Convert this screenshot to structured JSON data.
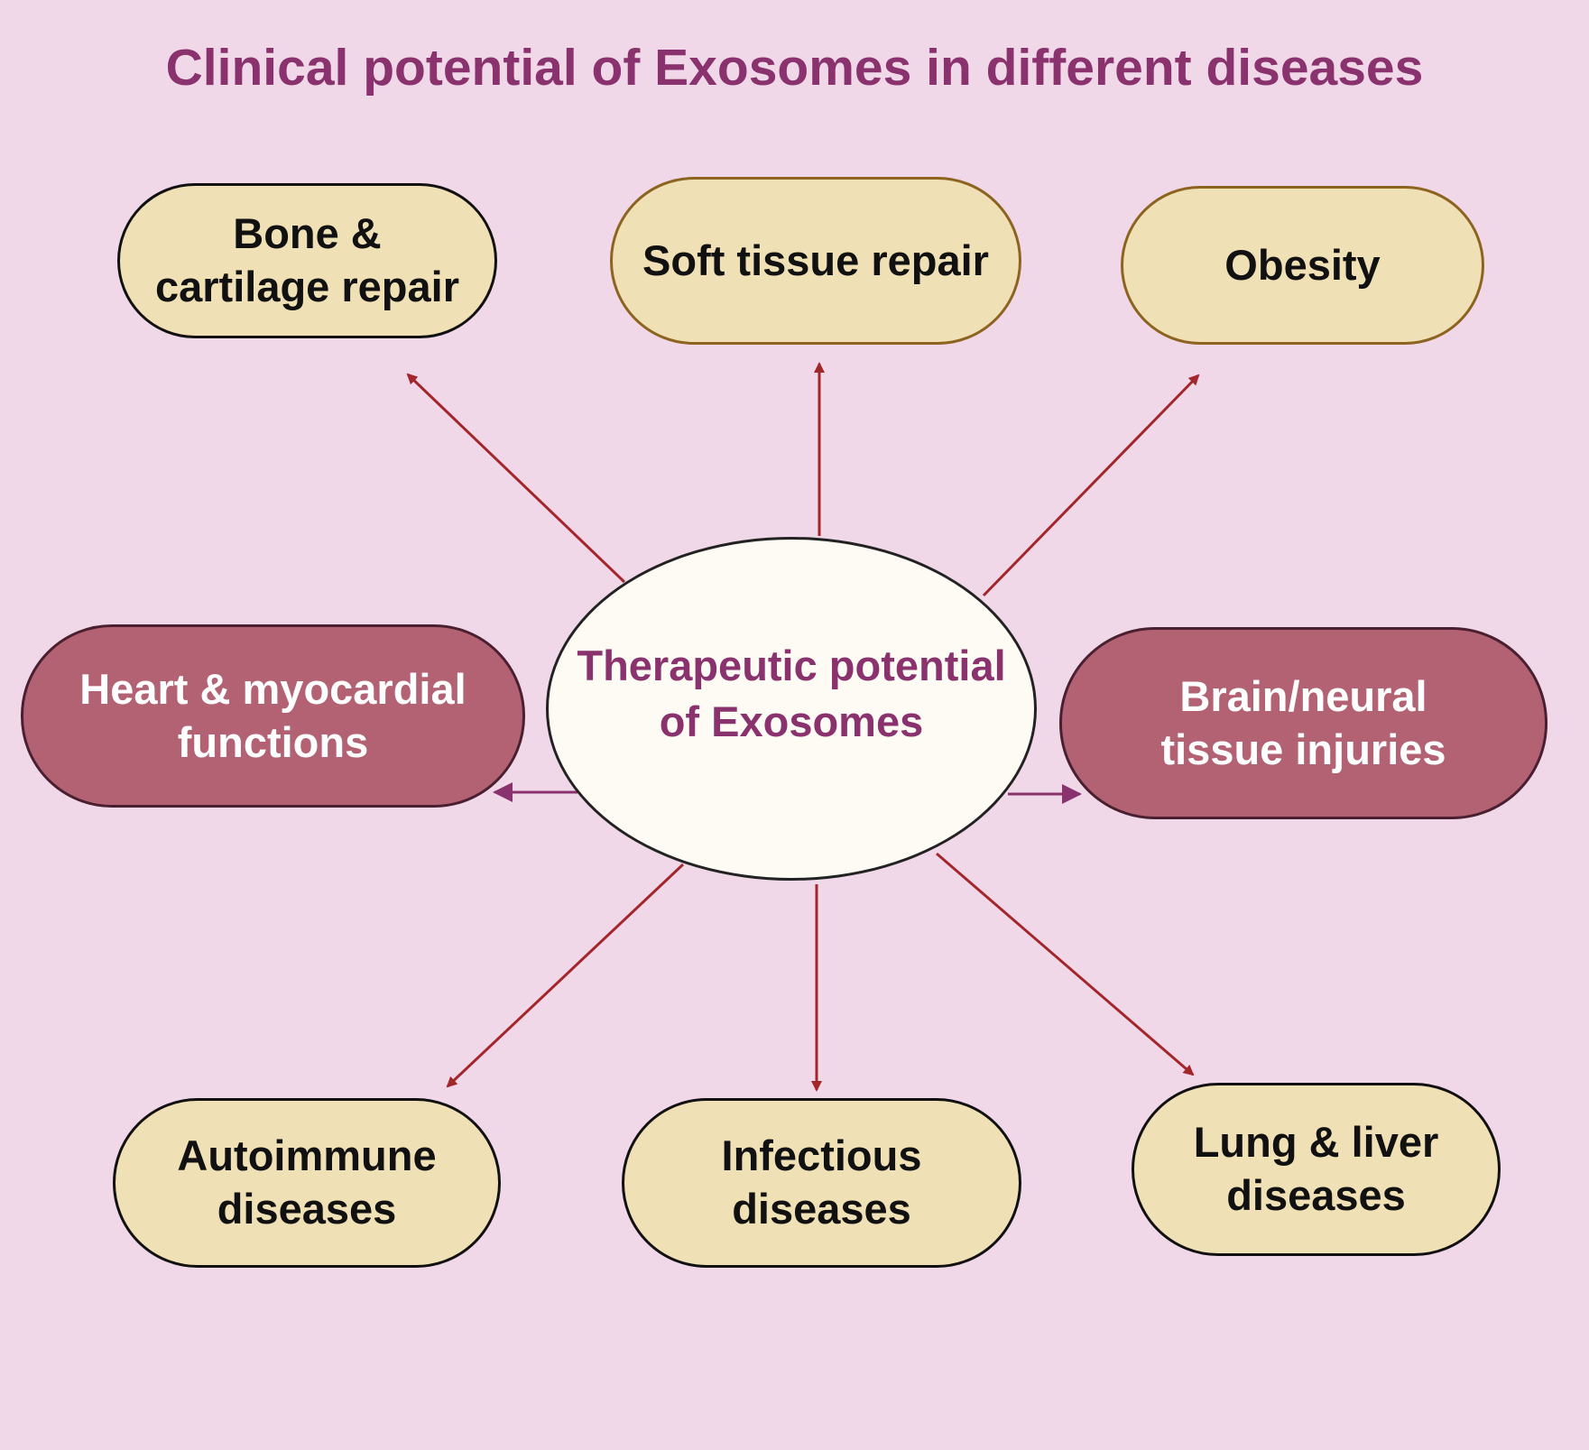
{
  "title": "Clinical potential of Exosomes in different diseases",
  "center": {
    "label": "Therapeutic potential of Exosomes"
  },
  "nodes": {
    "bone": {
      "label": "Bone & cartilage repair"
    },
    "soft_tissue": {
      "label": "Soft tissue repair"
    },
    "obesity": {
      "label": "Obesity"
    },
    "heart": {
      "label": "Heart & myocardial functions"
    },
    "brain": {
      "label": "Brain/neural tissue injuries"
    },
    "autoimmune": {
      "label": "Autoimmune diseases"
    },
    "infectious": {
      "label": "Infectious diseases"
    },
    "lung_liver": {
      "label": "Lung & liver diseases"
    }
  },
  "colors": {
    "background": "#f0d8e9",
    "title": "#8a326e",
    "tan_pill": "#f0e0b5",
    "rose_pill": "#b36273",
    "red_arrow": "#a3262b",
    "purple_arrow": "#8a326e",
    "center_fill": "#fdfbf3"
  }
}
